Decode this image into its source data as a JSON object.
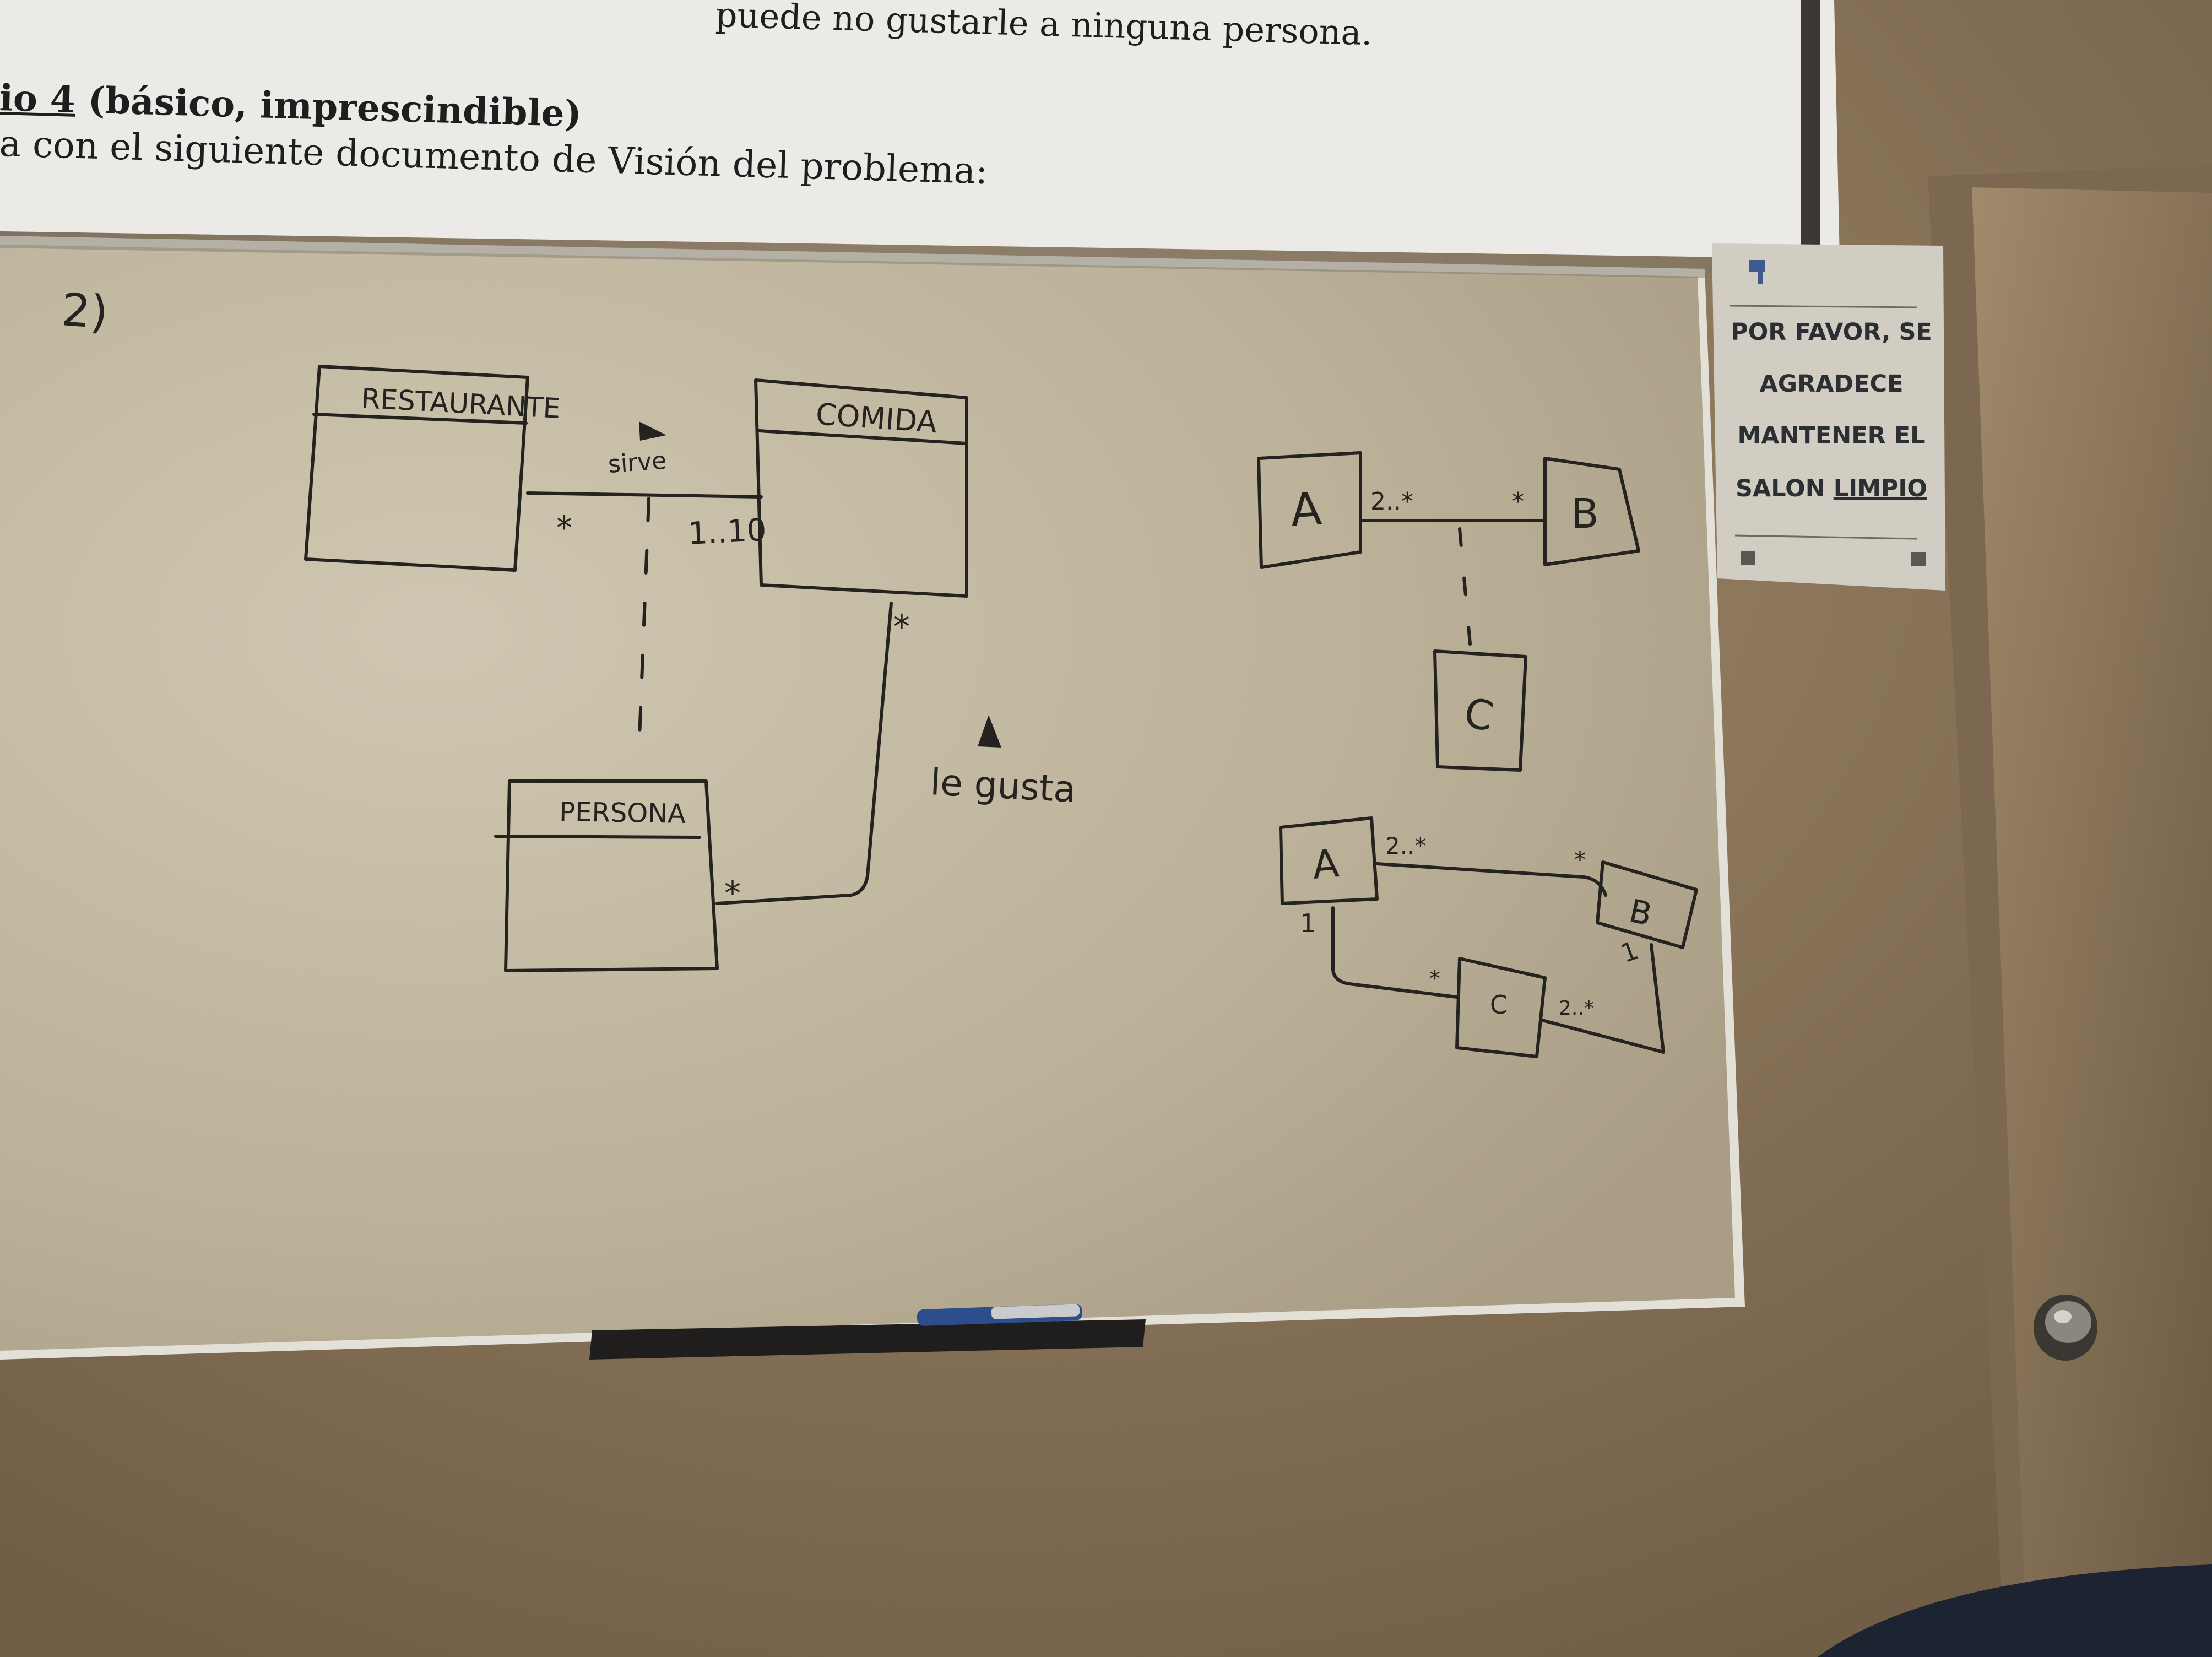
{
  "projection": {
    "line1": "puede no gustarle a ninguna persona.",
    "line2_number": "io 4",
    "line2_rest": " (básico, imprescindible)",
    "line3": "a con el siguiente documento de Visión del problema:"
  },
  "whiteboard": {
    "exercise_number": "2)",
    "classes": {
      "restaurante": "RESTAURANTE",
      "comida": "COMIDA",
      "persona": "PERSONA"
    },
    "assoc_sirve": {
      "name": "sirve",
      "mult_restaurante": "*",
      "mult_comida": "1..10"
    },
    "assoc_le_gusta": {
      "name": "le gusta",
      "mult_comida": "*",
      "mult_persona": "*"
    },
    "example1": {
      "class_a": "A",
      "class_b": "B",
      "class_c": "C",
      "mult_a_side": "2..*",
      "mult_b_side": "*"
    },
    "example2": {
      "class_a": "A",
      "class_b": "B",
      "class_c": "C",
      "mult_ab_a": "2..*",
      "mult_ab_b": "*",
      "mult_a_1": "1",
      "mult_b_1": "1",
      "mult_c_left": "*",
      "mult_c_right": "2..*"
    }
  },
  "poster": {
    "line1": "POR FAVOR, SE",
    "line2": "AGRADECE",
    "line3": "MANTENER EL",
    "line4_a": "SALON ",
    "line4_b": "LIMPIO"
  },
  "colors": {
    "wall": "#8f7b60",
    "whiteboard": "#bcb39c",
    "marker": "#24231f",
    "projection": "#ecebe8",
    "poster": "#d2cdc2"
  }
}
